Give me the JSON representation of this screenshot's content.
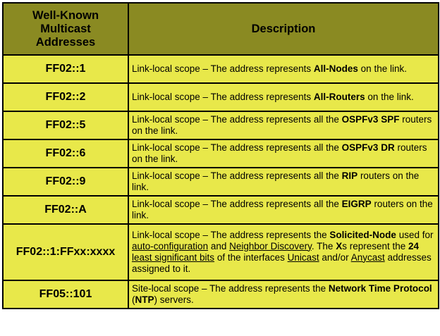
{
  "table": {
    "headers": {
      "address": [
        "Well-Known",
        "Multicast",
        "Addresses"
      ],
      "description": "Description"
    },
    "rows": [
      {
        "address": "FF02::1",
        "description": [
          {
            "t": "Link-local scope – The address represents "
          },
          {
            "t": "All-Nodes",
            "b": true
          },
          {
            "t": " on the link."
          }
        ]
      },
      {
        "address": "FF02::2",
        "description": [
          {
            "t": "Link-local scope – The address represents "
          },
          {
            "t": "All-Routers",
            "b": true
          },
          {
            "t": " on the link."
          }
        ]
      },
      {
        "address": "FF02::5",
        "description": [
          {
            "t": "Link-local scope – The address represents all the "
          },
          {
            "t": "OSPFv3 SPF",
            "b": true
          },
          {
            "t": " routers on the link."
          }
        ]
      },
      {
        "address": "FF02::6",
        "description": [
          {
            "t": "Link-local scope – The address represents all the "
          },
          {
            "t": "OSPFv3 DR",
            "b": true
          },
          {
            "t": " routers on the link."
          }
        ]
      },
      {
        "address": "FF02::9",
        "description": [
          {
            "t": "Link-local scope – The address represents all the "
          },
          {
            "t": "RIP",
            "b": true
          },
          {
            "t": " routers on the link."
          }
        ]
      },
      {
        "address": "FF02::A",
        "description": [
          {
            "t": "Link-local scope – The address represents all the "
          },
          {
            "t": "EIGRP",
            "b": true
          },
          {
            "t": " routers on the link."
          }
        ]
      },
      {
        "address": "FF02::1:FFxx:xxxx",
        "description": [
          {
            "t": "Link-local scope – The address represents the "
          },
          {
            "t": "Solicited-Node",
            "b": true
          },
          {
            "t": " used for "
          },
          {
            "t": "auto-configuration",
            "u": true
          },
          {
            "t": " and "
          },
          {
            "t": "Neighbor Discovery",
            "u": true
          },
          {
            "t": ". The "
          },
          {
            "t": "X",
            "b": true
          },
          {
            "t": "s represent the "
          },
          {
            "t": "24",
            "b": true
          },
          {
            "t": " "
          },
          {
            "t": "least significant bits",
            "u": true
          },
          {
            "t": " of the interfaces "
          },
          {
            "t": "Unicast",
            "u": true
          },
          {
            "t": " and/or "
          },
          {
            "t": "Anycast",
            "u": true
          },
          {
            "t": " addresses assigned to it."
          }
        ]
      },
      {
        "address": "FF05::101",
        "description": [
          {
            "t": "Site-local scope – The address represents the "
          },
          {
            "t": "Network Time Protocol",
            "b": true
          },
          {
            "t": " ("
          },
          {
            "t": "NTP",
            "b": true
          },
          {
            "t": ") servers."
          }
        ]
      }
    ]
  },
  "colors": {
    "header_bg": "#8a8a22",
    "cell_bg": "#e8e84a",
    "border": "#000000"
  }
}
